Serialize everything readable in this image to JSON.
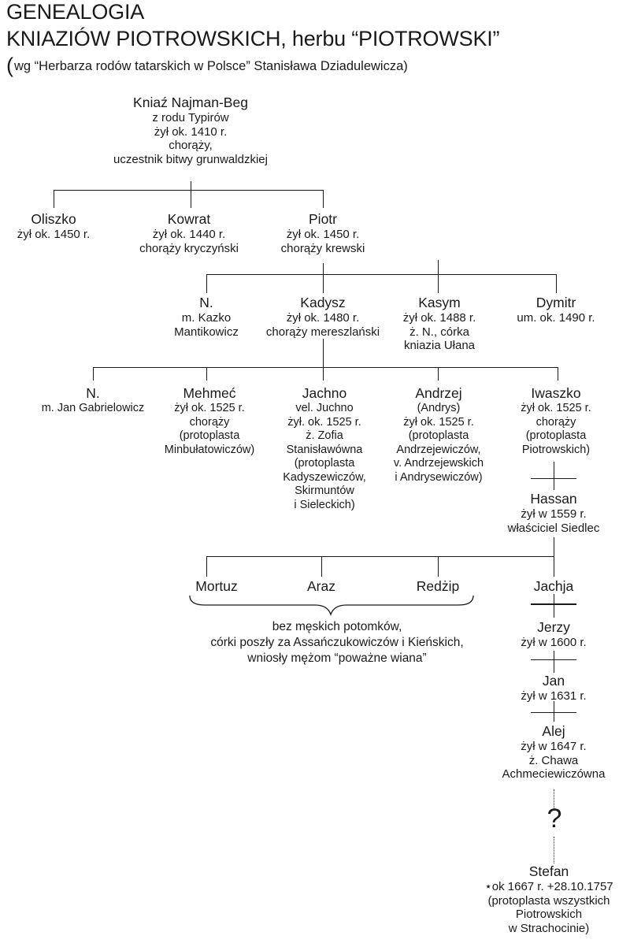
{
  "title": {
    "line1": "GENEALOGIA",
    "line2": "KNIAZIÓW PIOTROWSKICH, herbu “PIOTROWSKI”",
    "source_paren": "(",
    "source": "wg “Herbarza rodów tatarskich w Polsce” Stanisława Dziadulewicza)"
  },
  "root": {
    "name": "Kniaź Najman-Beg",
    "lines": [
      "z rodu Typirów",
      "żył ok. 1410 r.",
      "chorąży,",
      "uczestnik bitwy grunwaldzkiej"
    ]
  },
  "gen2": {
    "oliszko": {
      "name": "Oliszko",
      "lines": [
        "żył ok. 1450 r."
      ]
    },
    "kowrat": {
      "name": "Kowrat",
      "lines": [
        "żył ok. 1440 r.",
        "chorąży kryczyński"
      ]
    },
    "piotr": {
      "name": "Piotr",
      "lines": [
        "żył ok. 1450 r.",
        "chorąży krewski"
      ]
    }
  },
  "gen3": {
    "n": {
      "name": "N.",
      "lines": [
        "m. Kazko",
        "Mantikowicz"
      ]
    },
    "kadysz": {
      "name": "Kadysz",
      "lines": [
        "żył ok. 1480 r.",
        "chorąży mereszlański"
      ]
    },
    "kasym": {
      "name": "Kasym",
      "lines": [
        "żył ok. 1488 r.",
        "ż. N., córka",
        "kniazia Ułana"
      ]
    },
    "dymitr": {
      "name": "Dymitr",
      "lines": [
        "um. ok. 1490 r."
      ]
    }
  },
  "gen4": {
    "n": {
      "name": "N.",
      "lines": [
        "m. Jan Gabrielowicz"
      ]
    },
    "mehmec": {
      "name": "Mehmeć",
      "lines": [
        "żył ok. 1525 r.",
        "chorąży",
        "(protoplasta",
        "Minbułatowiczów)"
      ]
    },
    "jachno": {
      "name": "Jachno",
      "lines": [
        "vel. Juchno",
        "żył. ok. 1525 r.",
        "ż. Zofia",
        "Stanisławówna",
        "(protoplasta",
        "Kadyszewiczów,",
        "Skirmuntów",
        "i Sieleckich)"
      ]
    },
    "andrzej": {
      "name": "Andrzej",
      "lines": [
        "(Andrys)",
        "żył ok. 1525 r.",
        "(protoplasta",
        "Andrzejewiczów,",
        "v. Andrzejewskich",
        "i Andrysewiczów)"
      ]
    },
    "iwaszko": {
      "name": "Iwaszko",
      "lines": [
        "żył ok. 1525 r.",
        "chorąży",
        "(protoplasta",
        "Piotrowskich)"
      ]
    }
  },
  "hassan": {
    "name": "Hassan",
    "lines": [
      "żył w 1559 r.",
      "właściciel Siedlec"
    ]
  },
  "gen6": {
    "mortuz": {
      "name": "Mortuz"
    },
    "araz": {
      "name": "Araz"
    },
    "redzip": {
      "name": "Redżip"
    },
    "jachja": {
      "name": "Jachja"
    }
  },
  "brace_note": [
    "bez męskich potomków,",
    "córki poszły za Assańczukowiczów i Kieńskich,",
    "wniosły mężom “poważne wiana”"
  ],
  "jerzy": {
    "name": "Jerzy",
    "lines": [
      "żył w 1600 r."
    ]
  },
  "jan": {
    "name": "Jan",
    "lines": [
      "żył w 1631 r."
    ]
  },
  "alej": {
    "name": "Alej",
    "lines": [
      "żył w 1647 r.",
      "ż. Chawa",
      "Achmeciewiczówna"
    ]
  },
  "unknown_mark": "?",
  "stefan": {
    "name": "Stefan",
    "lines": [
      "⋆ok 1667 r.  +28.10.1757",
      "(protoplasta wszystkich",
      "Piotrowskich",
      "w Strachocinie)"
    ]
  }
}
